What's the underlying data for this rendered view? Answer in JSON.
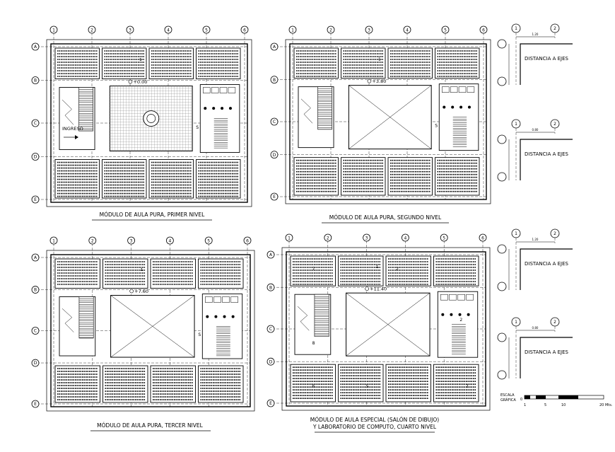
{
  "plans": [
    {
      "id": "plan-1",
      "title": "MÓDULO DE AULA PURA, PRIMER NIVEL",
      "level_tag": "+0.00",
      "axes": [
        "1",
        "2",
        "3",
        "4",
        "5",
        "6"
      ],
      "rows": [
        "A",
        "B",
        "C",
        "D",
        "E"
      ],
      "ingress_label": "INGRESO",
      "stair_label": "S"
    },
    {
      "id": "plan-2",
      "title": "MÓDULO DE AULA PURA, SEGUNDO NIVEL",
      "level_tag": "+3.80",
      "axes": [
        "1",
        "2",
        "3",
        "4",
        "5",
        "6"
      ],
      "rows": [
        "A",
        "B",
        "C",
        "D",
        "E"
      ],
      "stair_label": "S"
    },
    {
      "id": "plan-3",
      "title": "MÓDULO DE AULA PURA, TERCER NIVEL",
      "level_tag": "+7.60",
      "axes": [
        "1",
        "2",
        "3",
        "4",
        "5",
        "6"
      ],
      "rows": [
        "A",
        "B",
        "C",
        "D",
        "E"
      ],
      "stair_label": "S"
    },
    {
      "id": "plan-4",
      "title_line1": "MÓDULO DE AULA ESPECIAL (SALÓN DE DIBUJO)",
      "title_line2": "Y LABORATORIO DE COMPUTO, CUARTO NIVEL",
      "level_tag": "+11.40",
      "axes": [
        "1",
        "2",
        "3",
        "4",
        "5",
        "6"
      ],
      "rows": [
        "A",
        "B",
        "C",
        "D",
        "E"
      ],
      "room_numbers": [
        "7",
        "8",
        "2",
        "2",
        "6",
        "5",
        "2"
      ]
    }
  ],
  "details": [
    {
      "label": "DISTANCIA A EJES",
      "axes": [
        "1",
        "2"
      ],
      "dim": "1.20"
    },
    {
      "label": "DISTANCIA A EJES",
      "axes": [
        "1",
        "2"
      ],
      "dim": "0.80"
    },
    {
      "label": "DISTANCIA A EJES",
      "axes": [
        "1",
        "2"
      ],
      "dim": "1.20"
    },
    {
      "label": "DISTANCIA A EJES",
      "axes": [
        "1",
        "2"
      ],
      "dim": "0.80"
    }
  ],
  "scale": {
    "label_line1": "ESCALA",
    "label_line2": "GRÁFICA",
    "ticks": [
      "0",
      "1",
      "5",
      "10",
      "20 Mts."
    ]
  },
  "room_number": "1"
}
